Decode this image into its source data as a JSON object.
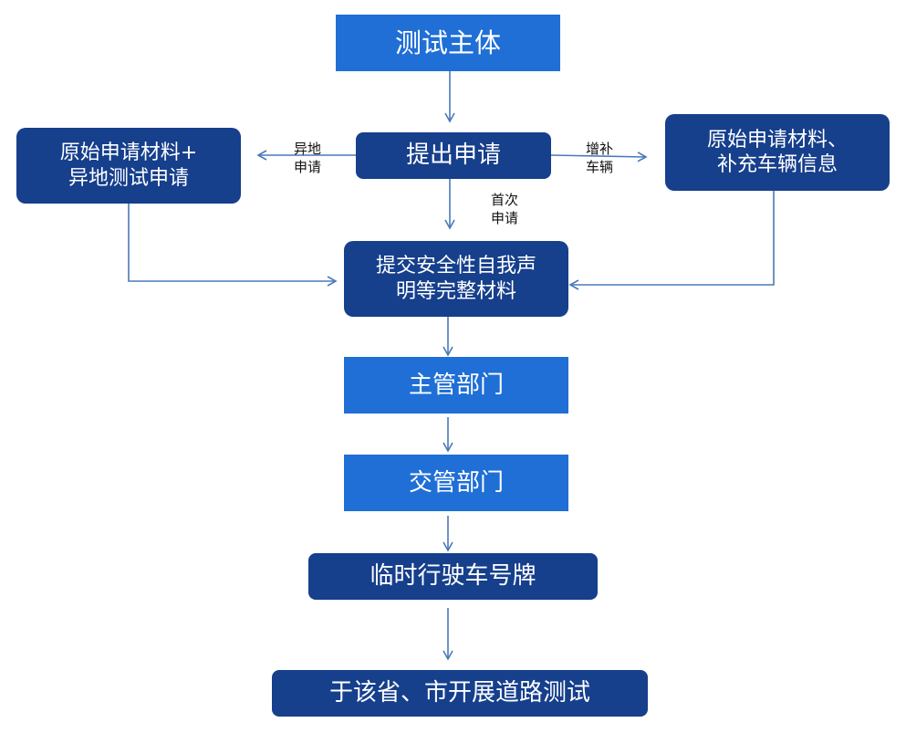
{
  "nodes": {
    "subject": "测试主体",
    "apply": "提出申请",
    "left_line1": "原始申请材料+",
    "left_line2": "异地测试申请",
    "right_line1": "原始申请材料、",
    "right_line2": "补充车辆信息",
    "submit_line1": "提交安全性自我声",
    "submit_line2": "明等完整材料",
    "authority": "主管部门",
    "traffic": "交管部门",
    "plate": "临时行驶车号牌",
    "road_test": "于该省、市开展道路测试"
  },
  "edge_labels": {
    "remote_line1": "异地",
    "remote_line2": "申请",
    "add_line1": "增补",
    "add_line2": "车辆",
    "first_line1": "首次",
    "first_line2": "申请"
  },
  "colors": {
    "bright_box": "#1f6fd6",
    "dark_box": "#163f8c",
    "arrow": "#4a7ab8"
  }
}
